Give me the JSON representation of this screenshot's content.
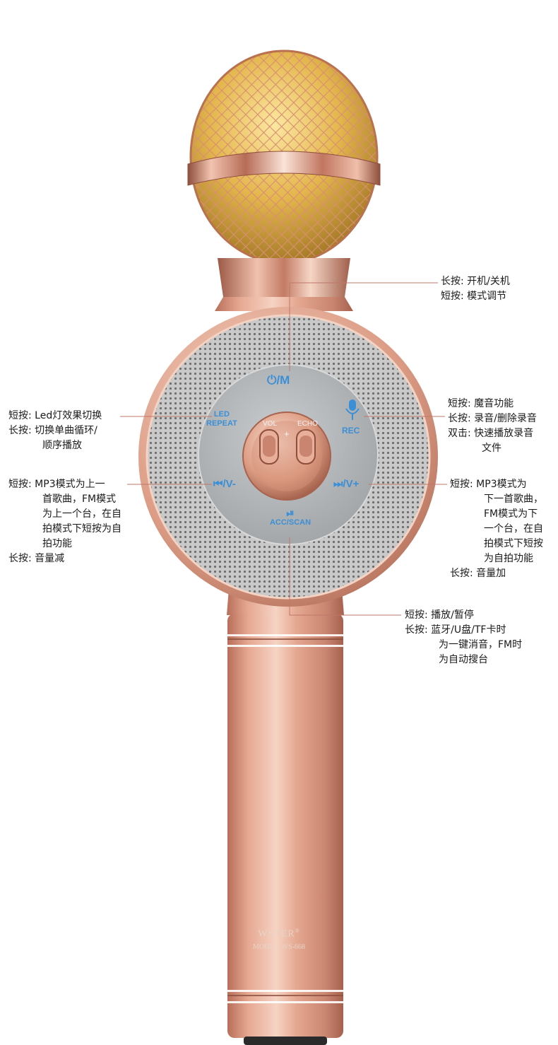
{
  "buttons": {
    "power": "⏻/M",
    "led_line1": "LED",
    "led_line2": "REPEAT",
    "rec": "REC",
    "prev": "⏮/V-",
    "next": "⏭/V+",
    "play_line1": "⏯",
    "play_line2": "ACC/SCAN"
  },
  "switches": {
    "vol": "VOL",
    "echo": "ECHO",
    "plus": "+"
  },
  "brand": {
    "name": "WSTER",
    "registered": "®",
    "model": "MODEL: WS-668"
  },
  "annotations": {
    "power": [
      {
        "label": "长按:",
        "text": "开机/关机"
      },
      {
        "label": "短按:",
        "text": "模式调节"
      }
    ],
    "rec": [
      {
        "label": "短按:",
        "text": "魔音功能"
      },
      {
        "label": "长按:",
        "text": "录音/删除录音"
      },
      {
        "label": "双击:",
        "text": "快速播放录音"
      },
      {
        "text": "文件"
      }
    ],
    "led": [
      {
        "label": "短按:",
        "text": "Led灯效果切换"
      },
      {
        "label": "长按:",
        "text": "切换单曲循环/"
      },
      {
        "text": "顺序播放"
      }
    ],
    "prev": [
      {
        "label": "短按:",
        "text": "MP3模式为上一"
      },
      {
        "text": "首歌曲，FM模式"
      },
      {
        "text": "为上一个台，在自"
      },
      {
        "text": "拍模式下短按为自"
      },
      {
        "text": "拍功能"
      },
      {
        "label": "长按:",
        "text": "音量减"
      }
    ],
    "next": [
      {
        "label": "短按:",
        "text": "MP3模式为"
      },
      {
        "text": "下一首歌曲，"
      },
      {
        "text": "FM模式为下"
      },
      {
        "text": "一个台，在自"
      },
      {
        "text": "拍模式下短按"
      },
      {
        "text": "为自拍功能"
      },
      {
        "label": "长按:",
        "text": "音量加"
      }
    ],
    "play": [
      {
        "label": "短按:",
        "text": "播放/暂停"
      },
      {
        "label": "长按:",
        "text": "蓝牙/U盘/TF卡时"
      },
      {
        "text": "为一键消音，FM时"
      },
      {
        "text": "为自动搜台"
      }
    ]
  },
  "colors": {
    "accent_blue": "#3b8fd6",
    "rose_gold": "#e3a992",
    "gold": "#e0b54a",
    "callout_line": "#c0776a"
  }
}
